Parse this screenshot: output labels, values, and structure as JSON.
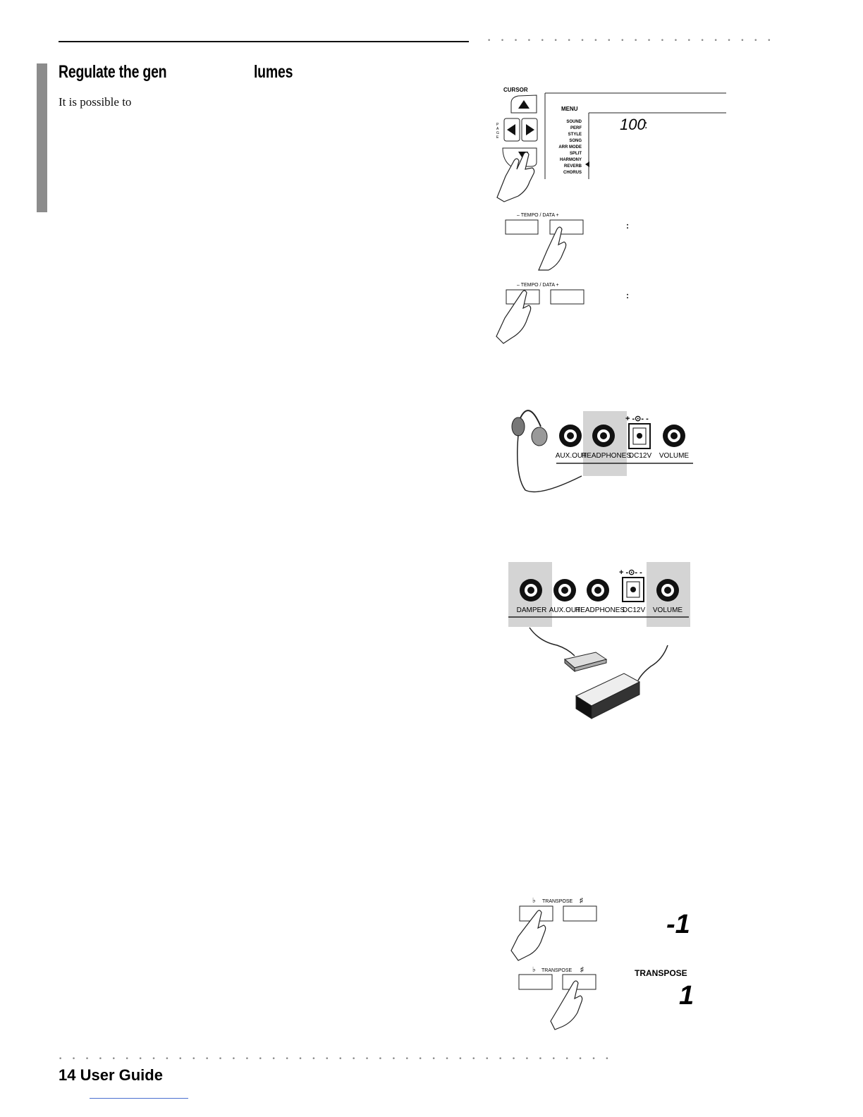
{
  "header": {
    "title_part1": "Regulate the gen",
    "title_part2": "lumes",
    "intro": "It is possible to"
  },
  "menu_panel": {
    "cursor_label": "CURSOR",
    "page_label": [
      "P",
      "A",
      "G",
      "E"
    ],
    "menu_label": "MENU",
    "menu_items": [
      "SOUND",
      "PERF",
      "STYLE",
      "SONG",
      "ARR MODE",
      "SPLIT",
      "HARMONY",
      "REVERB",
      "CHORUS"
    ],
    "display_value": "100",
    "display_colon": ":"
  },
  "tempo_data": {
    "label": "–  TEMPO / DATA  +",
    "colon": ":"
  },
  "rear_panel_1": {
    "jacks": [
      "AUX.OUT",
      "HEADPHONES",
      "DC12V",
      "VOLUME"
    ],
    "dc_symbol": "+ -⊙- -"
  },
  "rear_panel_2": {
    "jacks": [
      "DAMPER",
      "AUX.OUT",
      "HEADPHONES",
      "DC12V",
      "VOLUME"
    ],
    "dc_symbol": "+ -⊙- -"
  },
  "transpose": {
    "label": "TRANSPOSE",
    "flat": "♭",
    "sharp": "♯",
    "display_down": "-1",
    "display_caption": "TRANSPOSE",
    "display_up": "1"
  },
  "footer": {
    "page_label": "14  User Guide"
  },
  "colors": {
    "sidebar": "#8c8c8c",
    "highlight": "#d4d4d4",
    "link": "#4a6fd0"
  }
}
